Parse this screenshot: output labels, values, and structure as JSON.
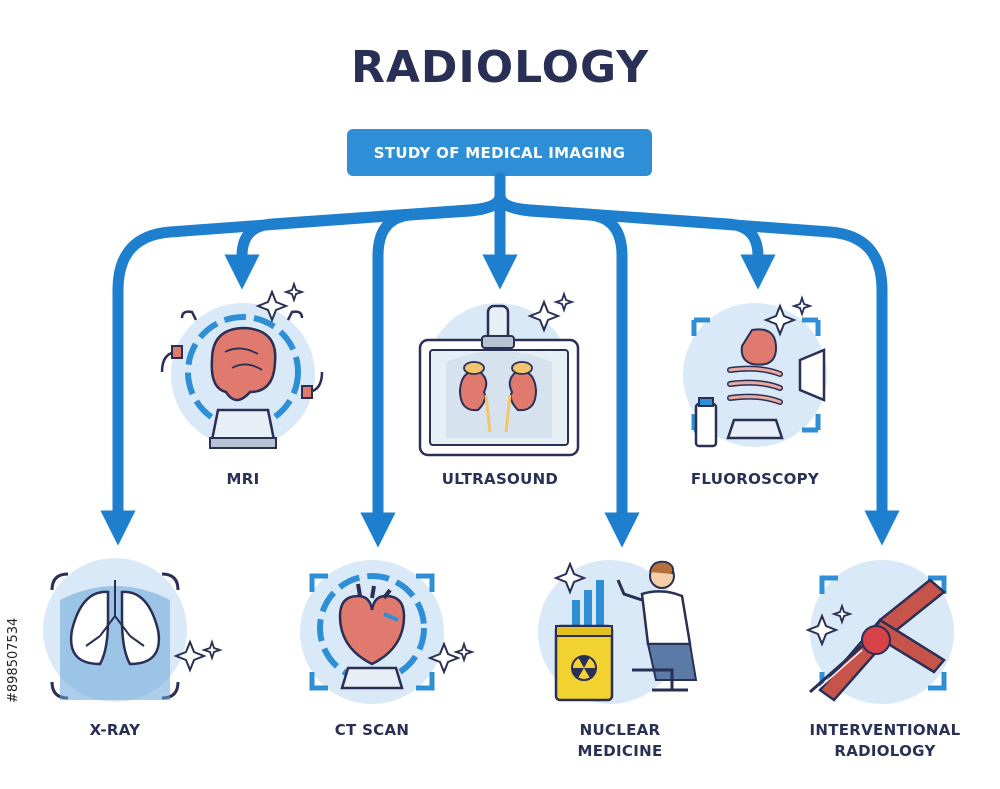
{
  "title": "RADIOLOGY",
  "subtitle": "STUDY OF MEDICAL IMAGING",
  "colors": {
    "arrow": "#1f7fcf",
    "accent_box": "#2f8fd6",
    "circle": "#d9e9f7",
    "text": "#2a2f55",
    "organ": "#e07a6e"
  },
  "modalities": {
    "mri": "MRI",
    "ultrasound": "ULTRASOUND",
    "fluoroscopy": "FLUOROSCOPY",
    "xray": "X-RAY",
    "ct_scan": "CT SCAN",
    "nuclear_line1": "NUCLEAR",
    "nuclear_line2": "MEDICINE",
    "interventional_line1": "INTERVENTIONAL",
    "interventional_line2": "RADIOLOGY"
  },
  "icons": {
    "mri": "brain-scanner-icon",
    "ultrasound": "kidney-ultrasound-icon",
    "fluoroscopy": "digestive-system-icon",
    "xray": "lungs-icon",
    "ct_scan": "heart-scanner-icon",
    "nuclear": "radioactive-container-icon",
    "interventional": "catheter-vessel-icon"
  },
  "watermark": "#898507534"
}
